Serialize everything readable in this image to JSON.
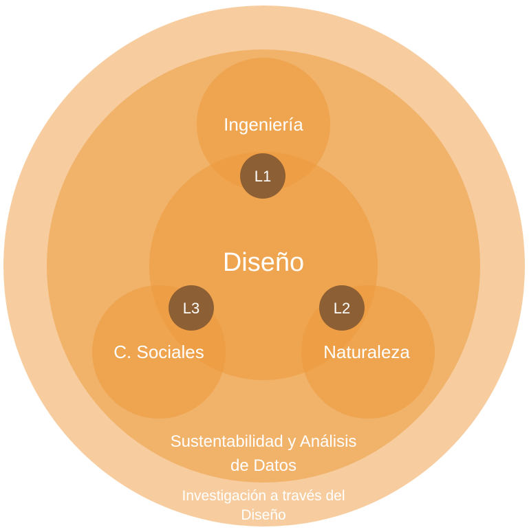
{
  "diagram": {
    "outer_ring": {
      "line1": "Investigación a través del",
      "line2": "Diseño"
    },
    "inner_ring": {
      "line1": "Sustentabilidad y Análisis",
      "line2": "de Datos"
    },
    "core": {
      "label": "Diseño"
    },
    "nodes": {
      "top": "Ingeniería",
      "left": "C. Sociales",
      "right": "Naturaleza"
    },
    "badges": {
      "l1": "L1",
      "l2": "L2",
      "l3": "L3"
    }
  },
  "colors": {
    "outer_ring": "#f7cda0",
    "inner_ring": "#f1b26a",
    "circle_fill": "#ee9b3f",
    "badge": "#8d5f34",
    "text": "#ffffff"
  }
}
